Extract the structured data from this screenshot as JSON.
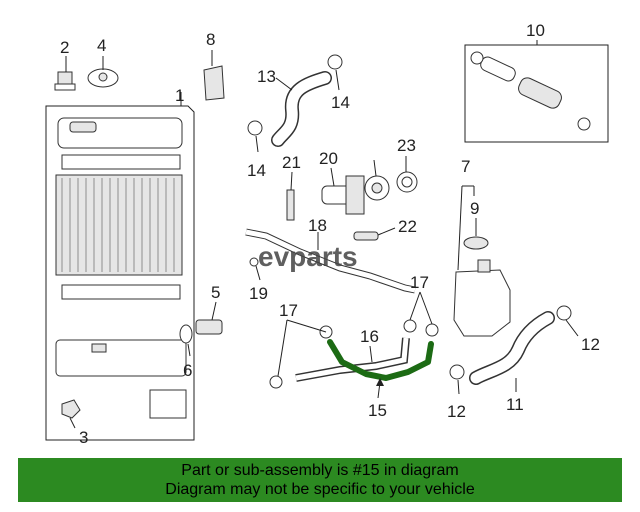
{
  "callouts": {
    "c1": "1",
    "c2": "2",
    "c3": "3",
    "c4": "4",
    "c5": "5",
    "c6": "6",
    "c7": "7",
    "c8": "8",
    "c9": "9",
    "c10": "10",
    "c11": "11",
    "c12a": "12",
    "c12b": "12",
    "c13": "13",
    "c14a": "14",
    "c14b": "14",
    "c15": "15",
    "c16": "16",
    "c17a": "17",
    "c17b": "17",
    "c18": "18",
    "c19": "19",
    "c20": "20",
    "c21": "21",
    "c22": "22",
    "c23": "23"
  },
  "watermark": {
    "prefix": "ev",
    "suffix": "parts"
  },
  "highlight_color": "#1c6b14",
  "banner": {
    "line1": "Part or sub-assembly is #15 in diagram",
    "line2": "Diagram may not be specific to your vehicle",
    "color": "#2c8a21"
  }
}
